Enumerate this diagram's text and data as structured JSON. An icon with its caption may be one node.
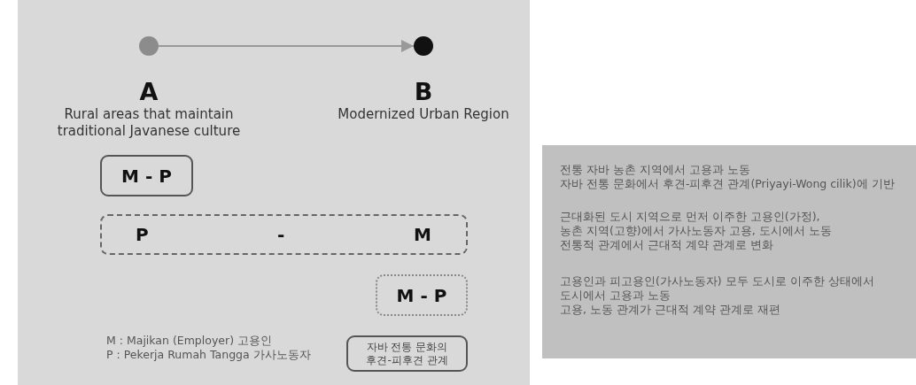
{
  "diagram": {
    "nodes": [
      {
        "text": [],
        "shape": "circle",
        "beside": [
          "A",
          "Rural areas that maintain traditional Javanese culture"
        ]
      },
      {
        "text": [],
        "shape": "circle",
        "beside": [
          "B",
          "Modernized Urban Region"
        ]
      },
      {
        "text": [
          "M - P"
        ]
      },
      {
        "text": [
          "P",
          "-",
          "M"
        ]
      },
      {
        "text": [
          "M - P"
        ]
      },
      {
        "text": [
          "자바 전통 문화의 후견-피후견 관계"
        ]
      },
      {
        "text": [
          "전통 자바 농촌 지역에서 고용과 노동",
          "자바 전통 문화에서 후견-피후견 관계(Priyayi-Wong cilik)에 기반",
          "근대화된 도시 지역으로 먼저 이주한 고용인(가정),",
          "농촌 지역(고향)에서 가사노동자 고용, 도시에서 노동",
          "전통적 관계에서 근대적 계약 관계로 변화",
          "고용인과 피고용인(가사노동자) 모두 도시로 이주한 상태에서",
          "도시에서 고용과 노동",
          "고용, 노동 관계가 근대적 계약 관계로 재편"
        ]
      }
    ],
    "edges": [
      {
        "from": 0,
        "to": 1,
        "arrow": "to"
      }
    ],
    "labels": [
      "M : Majikan (Employer) 고용인",
      "P : Pekerja Rumah Tangga 가사노동자"
    ]
  }
}
